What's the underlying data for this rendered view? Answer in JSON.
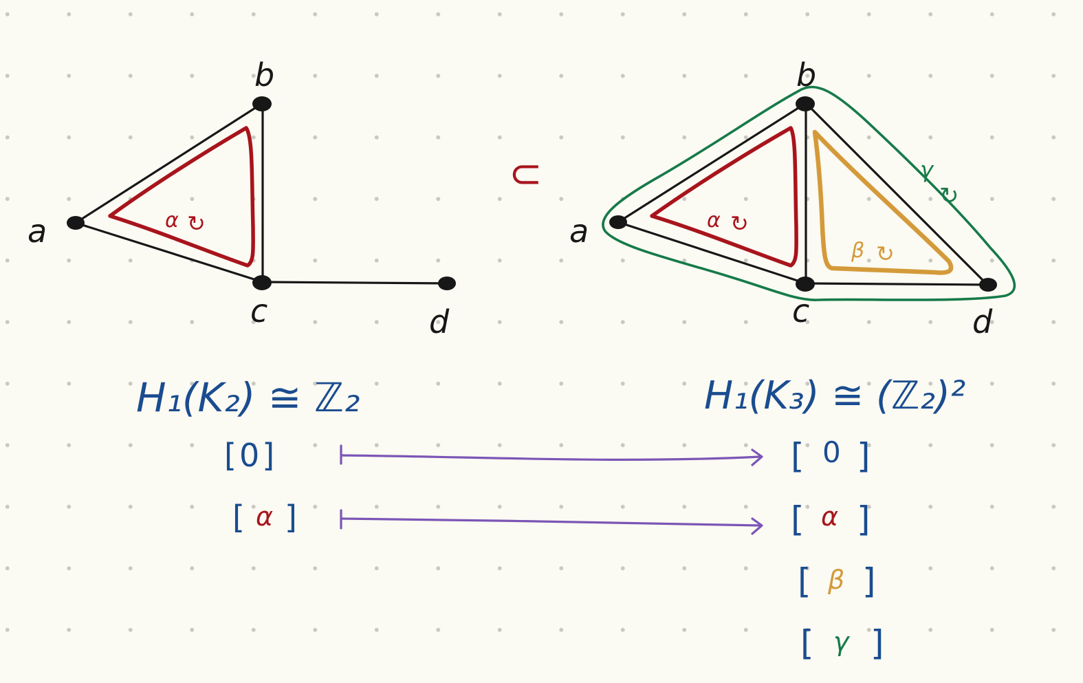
{
  "colors": {
    "background": "#fbfaf3",
    "edge": "#171717",
    "alpha": "#a8141c",
    "beta": "#d49a3a",
    "gamma": "#167a49",
    "algebra": "#1a4c8f",
    "arrow": "#7b55b6"
  },
  "left_complex": {
    "vertices": {
      "a": "a",
      "b": "b",
      "c": "c",
      "d": "d"
    },
    "cycle_alpha_label": "α",
    "cycle_alpha_arrow": "↻"
  },
  "inclusion_symbol": "⊂",
  "right_complex": {
    "vertices": {
      "a": "a",
      "b": "b",
      "c": "c",
      "d": "d"
    },
    "cycle_alpha_label": "α",
    "cycle_alpha_arrow": "↻",
    "cycle_beta_label": "β",
    "cycle_beta_arrow": "↻",
    "cycle_gamma_label": "γ",
    "cycle_gamma_arrow": "↻"
  },
  "homology_left": {
    "title": "H₁(K₂) ≅ ℤ₂",
    "classes": [
      "[0]",
      "[α]"
    ]
  },
  "homology_right": {
    "title": "H₁(K₃) ≅ (ℤ₂)²",
    "classes": [
      {
        "open": "[",
        "symbol": "0",
        "close": "]"
      },
      {
        "open": "[",
        "symbol": "α",
        "close": "]"
      },
      {
        "open": "[",
        "symbol": "β",
        "close": "]"
      },
      {
        "open": "[",
        "symbol": "γ",
        "close": "]"
      }
    ]
  },
  "map_arrow_symbol": "↦"
}
